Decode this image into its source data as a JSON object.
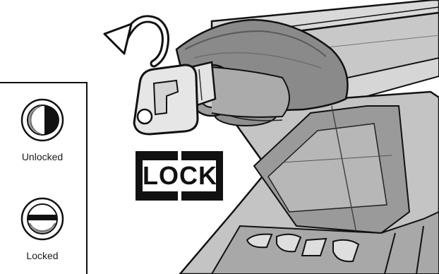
{
  "legend": {
    "items": [
      {
        "state": "unlocked",
        "label": "Unlocked",
        "icon": "unlocked-slot-icon"
      },
      {
        "state": "locked",
        "label": "Locked",
        "icon": "locked-slot-icon"
      }
    ]
  },
  "badge": {
    "text": "LOCK"
  },
  "rotation_arrow": {
    "direction": "counter-clockwise",
    "icon": "rotate-ccw-arrow-icon"
  },
  "colors": {
    "ink": "#111111",
    "shade_dark": "#7f7f7f",
    "shade_mid": "#b5b5b5",
    "shade_light": "#e2e2e2",
    "background": "#ffffff"
  }
}
